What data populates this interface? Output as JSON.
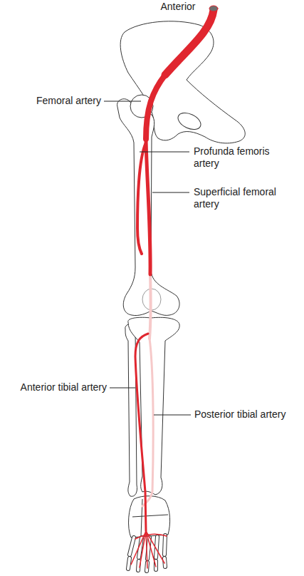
{
  "diagram": {
    "labels": [
      "Anterior",
      "Femoral artery",
      "Profunda femoris artery",
      "Superficial femoral artery",
      "Anterior tibial artery",
      "Posterior tibial artery"
    ]
  }
}
